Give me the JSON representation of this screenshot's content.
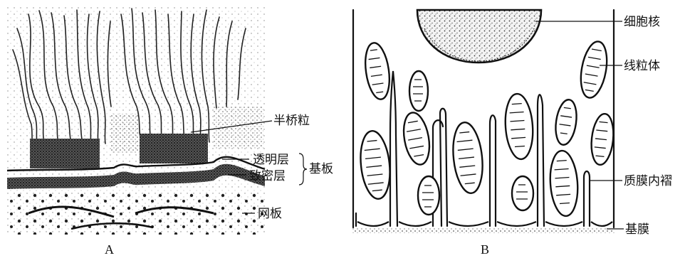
{
  "panels": {
    "a": {
      "caption": "A",
      "labels": {
        "hemidesmosome": "半桥粒",
        "lamina_lucida": "透明层",
        "basal_lamina": "基板",
        "lamina_densa": "致密层",
        "reticular_lamina": "网板"
      }
    },
    "b": {
      "caption": "B",
      "labels": {
        "nucleus": "细胞核",
        "mitochondria": "线粒体",
        "plasma_membrane_infolding": "质膜内褶",
        "basement_membrane": "基膜"
      }
    }
  }
}
